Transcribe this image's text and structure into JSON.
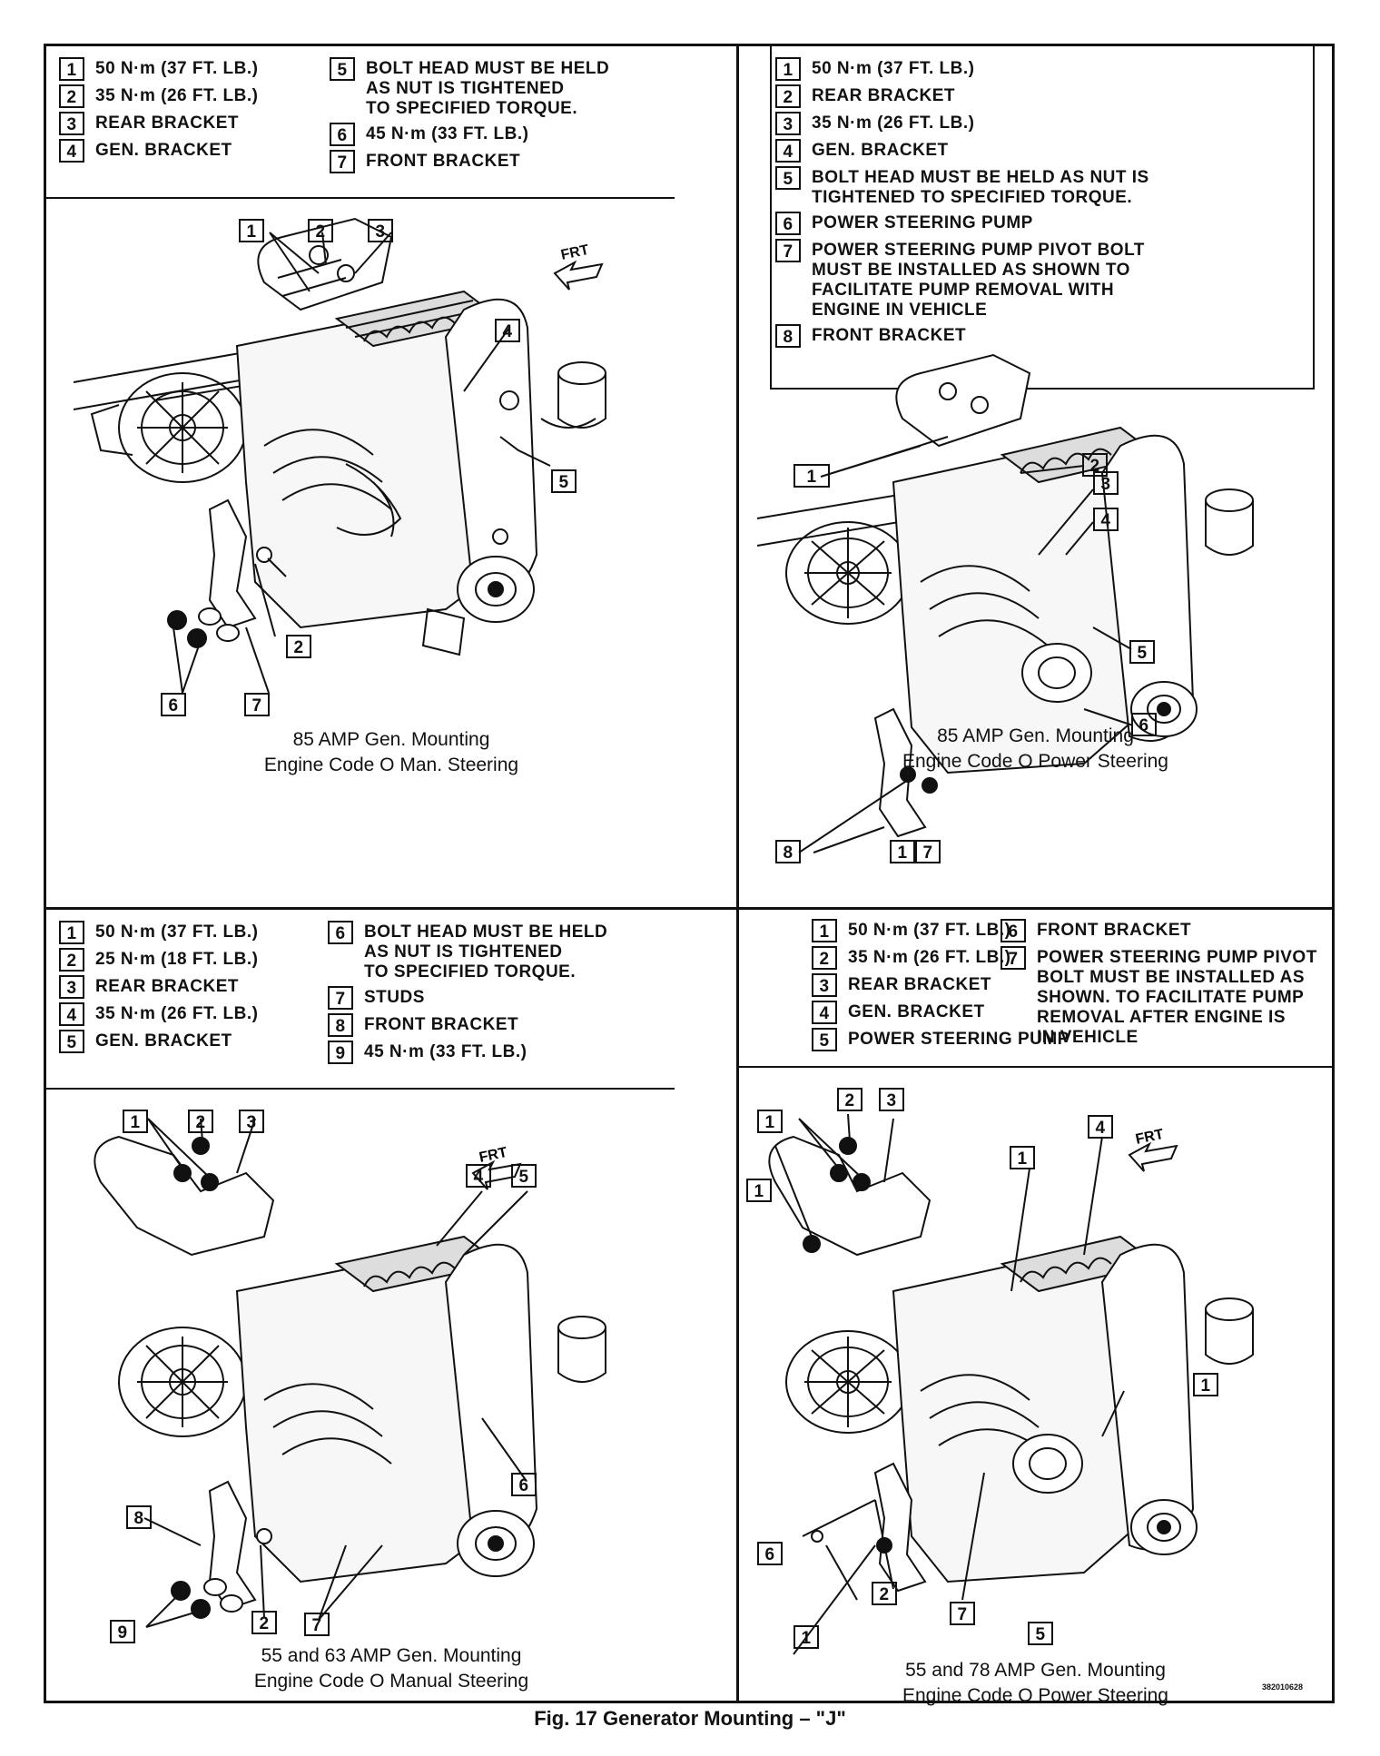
{
  "figure_caption": "Fig. 17 Generator Mounting – \"J\"",
  "ref_code": "382010628",
  "panels": {
    "tl": {
      "legend_left": [
        {
          "n": "1",
          "text": "50 N·m (37 FT. LB.)"
        },
        {
          "n": "2",
          "text": "35 N·m (26 FT. LB.)"
        },
        {
          "n": "3",
          "text": "REAR BRACKET"
        },
        {
          "n": "4",
          "text": "GEN. BRACKET"
        }
      ],
      "legend_right": [
        {
          "n": "5",
          "text": "BOLT HEAD MUST BE HELD\nAS NUT IS TIGHTENED\nTO SPECIFIED TORQUE."
        },
        {
          "n": "6",
          "text": "45 N·m (33 FT. LB.)"
        },
        {
          "n": "7",
          "text": "FRONT BRACKET"
        }
      ],
      "caption_line1": "85 AMP Gen. Mounting",
      "caption_line2": "Engine Code O Man. Steering",
      "frt": "FRT",
      "callouts": [
        "1",
        "2",
        "3",
        "4",
        "5",
        "2",
        "6",
        "7"
      ]
    },
    "tr": {
      "legend": [
        {
          "n": "1",
          "text": "50 N·m (37 FT. LB.)"
        },
        {
          "n": "2",
          "text": "REAR BRACKET"
        },
        {
          "n": "3",
          "text": "35 N·m (26 FT. LB.)"
        },
        {
          "n": "4",
          "text": "GEN. BRACKET"
        },
        {
          "n": "5",
          "text": "BOLT HEAD MUST BE HELD AS NUT IS\nTIGHTENED TO SPECIFIED TORQUE."
        },
        {
          "n": "6",
          "text": "POWER STEERING PUMP"
        },
        {
          "n": "7",
          "text": "POWER STEERING PUMP PIVOT BOLT\nMUST BE INSTALLED AS SHOWN TO\nFACILITATE PUMP REMOVAL WITH\nENGINE IN VEHICLE"
        },
        {
          "n": "8",
          "text": "FRONT BRACKET"
        }
      ],
      "caption_line1": "85 AMP Gen. Mounting",
      "caption_line2": "Engine Code O Power Steering",
      "callouts": [
        "1",
        "2",
        "3",
        "4",
        "5",
        "6",
        "8",
        "1",
        "7"
      ]
    },
    "bl": {
      "legend_left": [
        {
          "n": "1",
          "text": "50 N·m (37 FT. LB.)"
        },
        {
          "n": "2",
          "text": "25 N·m (18 FT. LB.)"
        },
        {
          "n": "3",
          "text": "REAR BRACKET"
        },
        {
          "n": "4",
          "text": "35 N·m (26 FT. LB.)"
        },
        {
          "n": "5",
          "text": "GEN. BRACKET"
        }
      ],
      "legend_right": [
        {
          "n": "6",
          "text": "BOLT HEAD MUST BE HELD\nAS NUT IS TIGHTENED\nTO SPECIFIED TORQUE."
        },
        {
          "n": "7",
          "text": "STUDS"
        },
        {
          "n": "8",
          "text": "FRONT BRACKET"
        },
        {
          "n": "9",
          "text": "45 N·m (33 FT. LB.)"
        }
      ],
      "caption_line1": "55 and 63 AMP Gen. Mounting",
      "caption_line2": "Engine Code O Manual Steering",
      "frt": "FRT",
      "callouts": [
        "1",
        "2",
        "3",
        "4",
        "5",
        "6",
        "8",
        "2",
        "7",
        "9"
      ]
    },
    "br": {
      "legend_left": [
        {
          "n": "1",
          "text": "50 N·m (37 FT. LB.)"
        },
        {
          "n": "2",
          "text": "35 N·m (26 FT. LB.)"
        },
        {
          "n": "3",
          "text": "REAR BRACKET"
        },
        {
          "n": "4",
          "text": "GEN. BRACKET"
        },
        {
          "n": "5",
          "text": "POWER STEERING PUMP"
        }
      ],
      "legend_right": [
        {
          "n": "6",
          "text": "FRONT BRACKET"
        },
        {
          "n": "7",
          "text": "POWER STEERING PUMP PIVOT\nBOLT MUST BE INSTALLED AS\nSHOWN. TO FACILITATE PUMP\nREMOVAL AFTER ENGINE IS\nIN VEHICLE"
        }
      ],
      "caption_line1": "55 and 78 AMP Gen. Mounting",
      "caption_line2": "Engine Code O Power Steering",
      "frt": "FRT",
      "callouts": [
        "2",
        "3",
        "1",
        "1",
        "1",
        "4",
        "1",
        "6",
        "2",
        "7",
        "5",
        "1"
      ]
    }
  }
}
